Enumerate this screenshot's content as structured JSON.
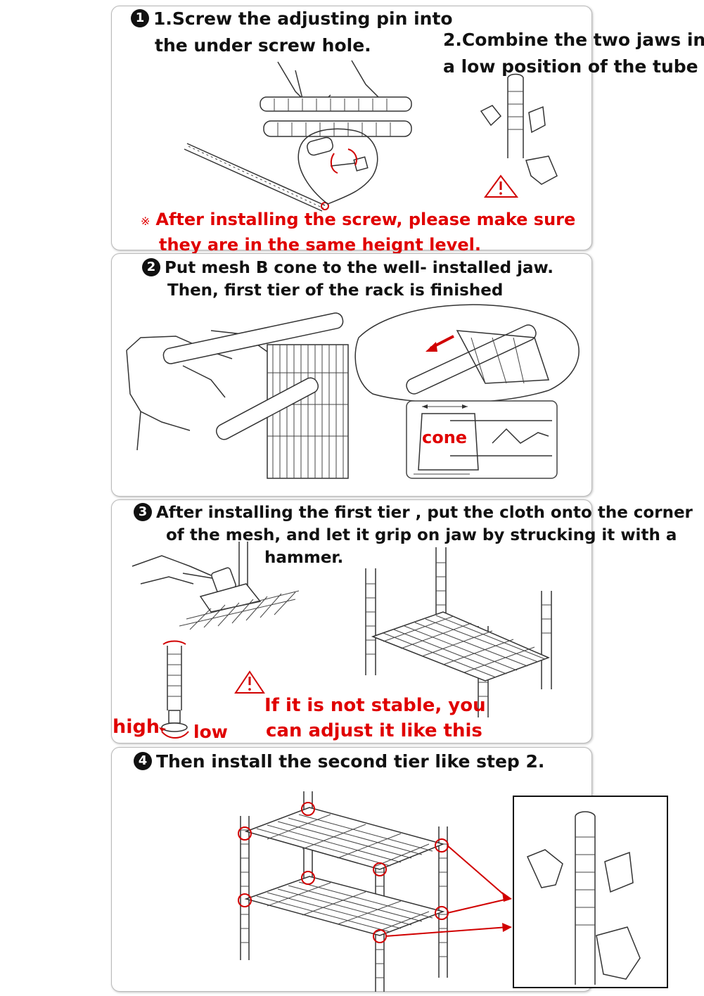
{
  "step1": {
    "number": "1",
    "text_line1": "1.Screw the adjusting pin into",
    "text_line2": "the under screw hole.",
    "text2_line1": "2.Combine the two jaws in",
    "text2_line2": "a low position of the tube",
    "warning_symbol": "※",
    "note_line1": "After installing the screw, please make sure",
    "note_line2": "they are in the same heignt level."
  },
  "step2": {
    "number": "2",
    "text_line1": "Put mesh B cone to the well- installed jaw.",
    "text_line2": "Then, first tier of the rack is finished",
    "cone_label": "cone"
  },
  "step3": {
    "number": "3",
    "text_line1": "After installing the first tier , put the cloth onto the corner",
    "text_line2": "of the mesh, and let it grip on jaw by strucking it with a",
    "text_line3": "hammer.",
    "high_label": "high",
    "low_label": "low",
    "note_line1": "If it is not stable, you",
    "note_line2": "can adjust it like this"
  },
  "step4": {
    "number": "4",
    "text": "Then install the second tier like step 2."
  },
  "colors": {
    "accent_red": "#e00000",
    "panel_border": "#b9b9b9"
  }
}
